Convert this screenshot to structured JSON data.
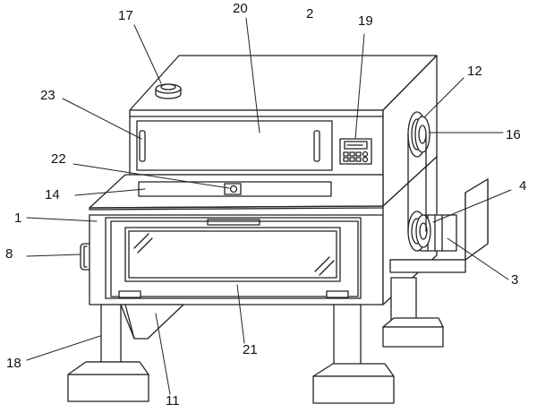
{
  "labels": {
    "n1": "1",
    "n2": "2",
    "n3": "3",
    "n4": "4",
    "n8": "8",
    "n11": "11",
    "n12": "12",
    "n14": "14",
    "n16": "16",
    "n17": "17",
    "n18": "18",
    "n19": "19",
    "n20": "20",
    "n21": "21",
    "n22": "22",
    "n23": "23"
  },
  "colors": {
    "stroke": "#222222",
    "background": "#ffffff"
  }
}
